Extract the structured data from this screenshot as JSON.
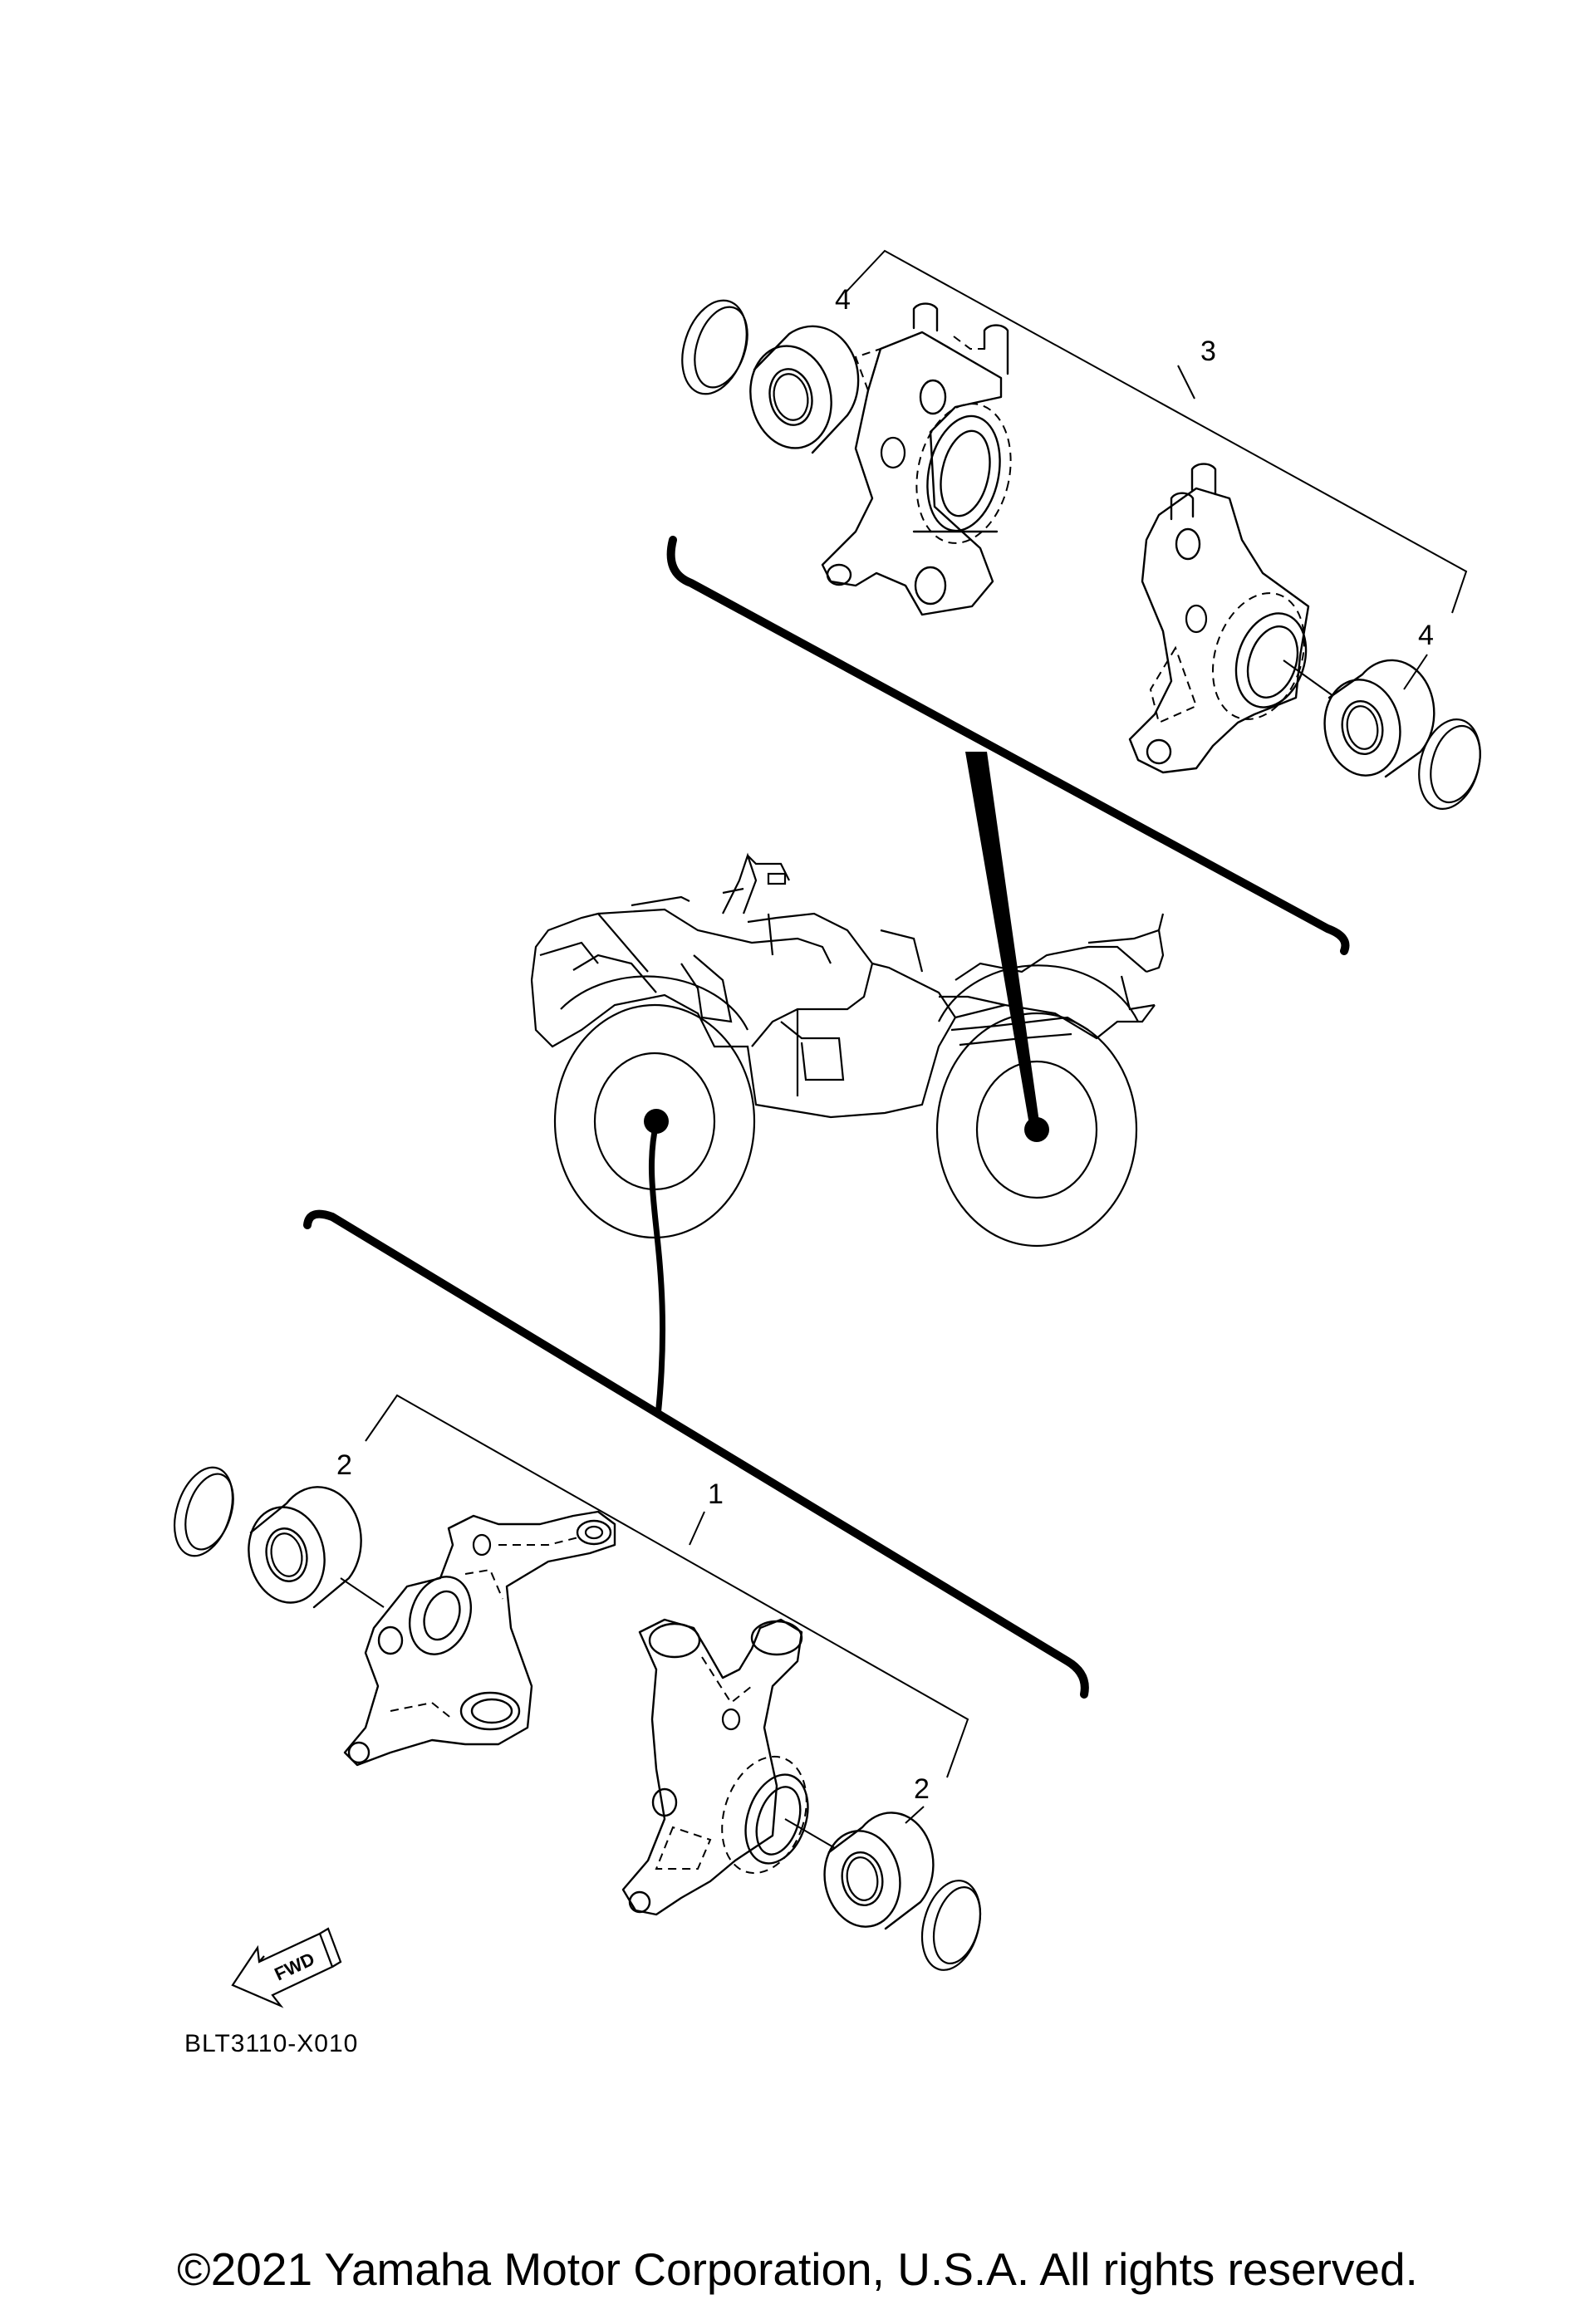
{
  "callouts": {
    "rear_knuckle_assembly": "3",
    "rear_bearing_left": "4",
    "rear_bearing_right": "4",
    "front_knuckle_assembly": "1",
    "front_bearing_left": "2",
    "front_bearing_right": "2"
  },
  "direction_label": "FWD",
  "diagram_code": "BLT3110-X010",
  "copyright": "©2021 Yamaha Motor Corporation, U.S.A. All rights reserved."
}
